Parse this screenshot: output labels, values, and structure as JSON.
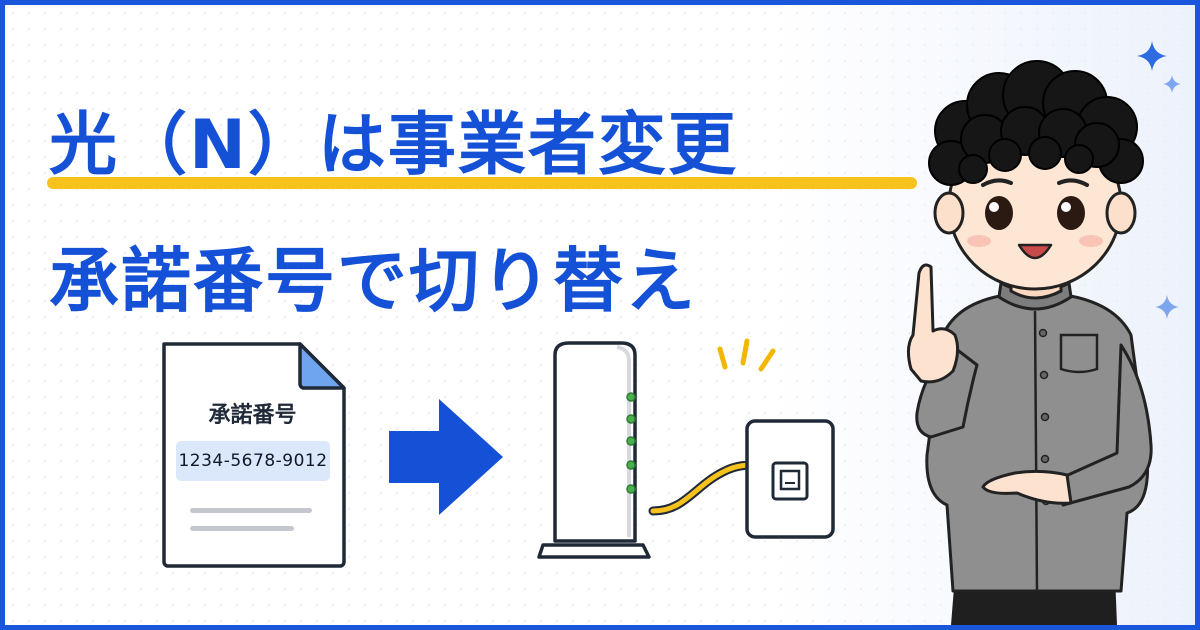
{
  "headline": {
    "line1": "光（N）は事業者変更",
    "line2": "承諾番号で切り替え"
  },
  "document": {
    "title": "承諾番号",
    "number": "1234-5678-9012"
  },
  "icons": {
    "document": "document-icon",
    "arrow": "arrow-right-icon",
    "router": "router-icon",
    "wall_outlet": "optical-outlet-icon",
    "person": "person-illustration",
    "sparkle": "sparkle-icon"
  },
  "colors": {
    "brand_blue": "#1451d6",
    "highlight_yellow": "#f7c21b",
    "number_field_bg": "#dbe7fb",
    "led_green": "#4caf50"
  }
}
